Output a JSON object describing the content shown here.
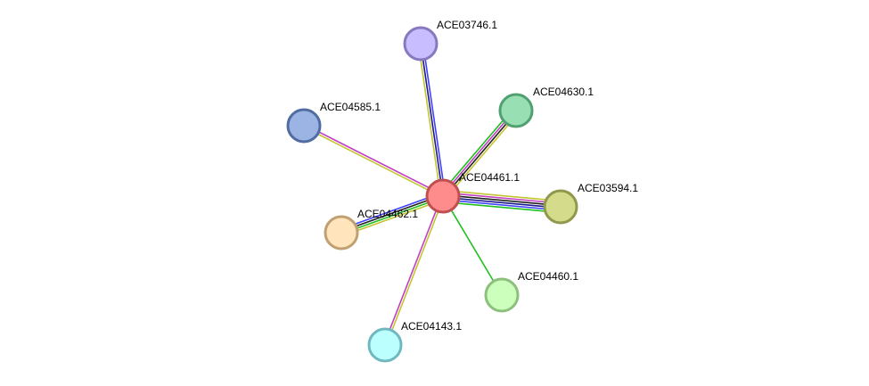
{
  "colors": {
    "neighborhood": "#4040ff",
    "cooccurrence": "#1a1a8c",
    "coexpression": "#222222",
    "textmining": "#c4c430",
    "experiments": "#c040c0",
    "fusion": "#20c020"
  },
  "center": {
    "label": "ACE04461.1",
    "fill": "#ff8c8c",
    "stroke": "#c05050"
  },
  "nodes": [
    {
      "id": "ACE03746",
      "label": "ACE03746.1",
      "fill": "#c8beff",
      "stroke": "#8878c0",
      "edges": [
        "textmining",
        "cooccurrence",
        "neighborhood"
      ]
    },
    {
      "id": "ACE04630",
      "label": "ACE04630.1",
      "fill": "#98e0b4",
      "stroke": "#50a070",
      "edges": [
        "fusion",
        "experiments",
        "coexpression",
        "textmining"
      ]
    },
    {
      "id": "ACE04585",
      "label": "ACE04585.1",
      "fill": "#9cb4e4",
      "stroke": "#506ca0",
      "edges": [
        "textmining",
        "experiments"
      ]
    },
    {
      "id": "ACE03594",
      "label": "ACE03594.1",
      "fill": "#d4dc8c",
      "stroke": "#90984c",
      "edges": [
        "textmining",
        "experiments",
        "coexpression",
        "cooccurrence",
        "neighborhood",
        "fusion"
      ]
    },
    {
      "id": "ACE04462",
      "label": "ACE04462.1",
      "fill": "#ffe4bc",
      "stroke": "#c0a070",
      "edges": [
        "textmining",
        "fusion",
        "coexpression",
        "neighborhood"
      ]
    },
    {
      "id": "ACE04460",
      "label": "ACE04460.1",
      "fill": "#ccffbc",
      "stroke": "#8cc07c",
      "edges": [
        "fusion"
      ]
    },
    {
      "id": "ACE04143",
      "label": "ACE04143.1",
      "fill": "#bcffff",
      "stroke": "#70b8c0",
      "edges": [
        "textmining",
        "experiments"
      ]
    }
  ]
}
